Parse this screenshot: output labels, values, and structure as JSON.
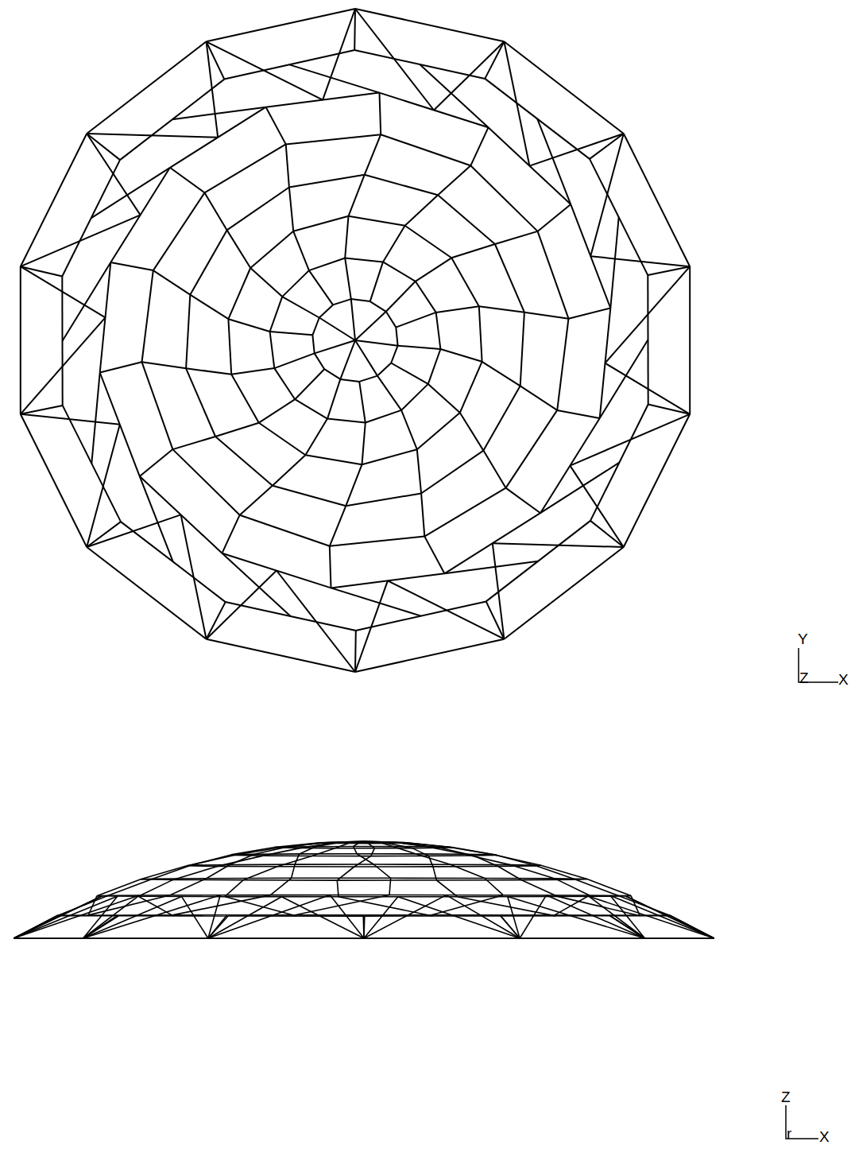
{
  "diagram": {
    "labels": [
      "Y",
      "Z",
      "X",
      "Z",
      "r",
      "X"
    ]
  }
}
